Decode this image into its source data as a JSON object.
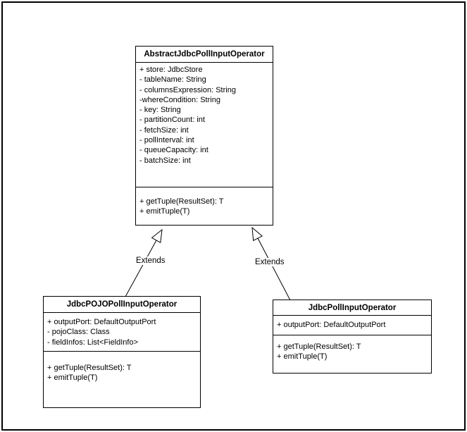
{
  "diagram": {
    "type": "uml-class-diagram",
    "colors": {
      "line": "#000000",
      "background": "#ffffff",
      "text": "#000000"
    },
    "classes": [
      {
        "name": "AbstractJdbcPollInputOperator",
        "attributes": [
          "+ store: JdbcStore",
          "- tableName: String",
          "- columnsExpression: String",
          "-whereCondition: String",
          "- key: String",
          "- partitionCount: int",
          "- fetchSize: int",
          "- pollInterval: int",
          "- queueCapacity: int",
          "- batchSize: int"
        ],
        "methods": [
          "+ getTuple(ResultSet): T",
          "+ emitTuple(T)"
        ]
      },
      {
        "name": "JdbcPOJOPollInputOperator",
        "attributes": [
          "+ outputPort: DefaultOutputPort",
          "- pojoClass: Class",
          "- fieldInfos: List<FieldInfo>"
        ],
        "methods": [
          "+ getTuple(ResultSet): T",
          "+ emitTuple(T)"
        ]
      },
      {
        "name": "JdbcPollInputOperator",
        "attributes": [
          "+ outputPort: DefaultOutputPort"
        ],
        "methods": [
          "+ getTuple(ResultSet): T",
          "+ emitTuple(T)"
        ]
      }
    ],
    "edges": [
      {
        "from": "JdbcPOJOPollInputOperator",
        "to": "AbstractJdbcPollInputOperator",
        "label": "Extends",
        "kind": "generalization"
      },
      {
        "from": "JdbcPollInputOperator",
        "to": "AbstractJdbcPollInputOperator",
        "label": "Extends",
        "kind": "generalization"
      }
    ]
  }
}
